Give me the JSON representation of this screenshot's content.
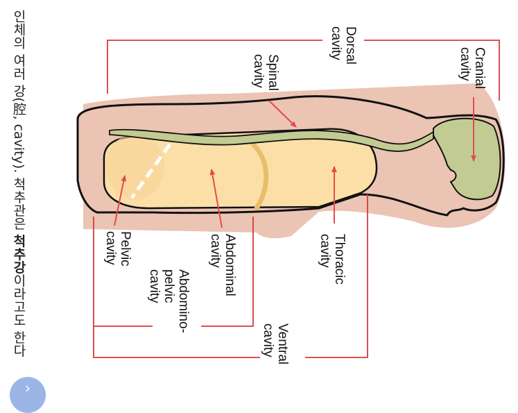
{
  "caption": {
    "part1": "인체의 여러 강(腔, cavity). 척추관은 ",
    "bold": "척추강",
    "part2": "이라고도 한다"
  },
  "labels": {
    "dorsal": "Dorsal\ncavity",
    "cranial": "Cranial\ncavity",
    "spinal": "Spinal\ncavity",
    "thoracic": "Thoracic\ncavity",
    "abdominal": "Abdominal\ncavity",
    "pelvic": "Pelvic\ncavity",
    "abdominopelvic": "Abdomino-\npelvic\ncavity",
    "ventral": "Ventral\ncavity"
  },
  "colors": {
    "body_skin": "#ebc4b4",
    "outline": "#111111",
    "dorsal_cavity": "#c2cb91",
    "ventral_cavity": "#fcdfa6",
    "diaphragm": "#e8bd6c",
    "arrow": "#e24b4b",
    "bracket_line": "#d83a3a"
  },
  "icons": {
    "nav": "chevron-icon"
  }
}
